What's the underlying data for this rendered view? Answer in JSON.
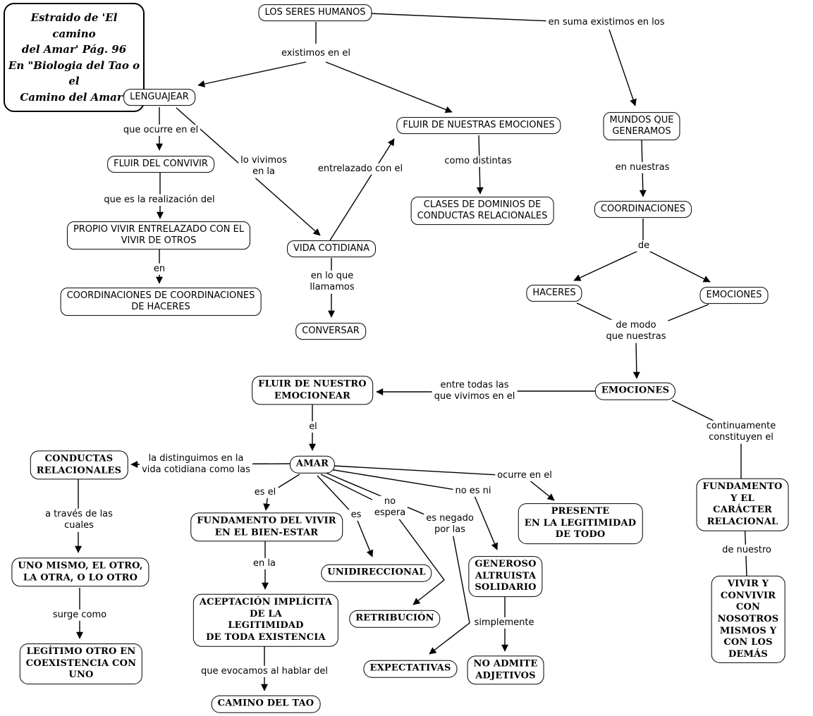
{
  "note": {
    "text": "Estraido de 'El camino\ndel Amar' Pág. 96\nEn \"Biologia del Tao o el\nCamino del Amar\""
  },
  "concepts": {
    "los_seres_humanos": {
      "label": "LOS SERES HUMANOS"
    },
    "lenguajear": {
      "label": "LENGUAJEAR"
    },
    "fluir_del_convivir": {
      "label": "FLUIR DEL CONVIVIR"
    },
    "propio_vivir": {
      "label": "PROPIO VIVIR ENTRELAZADO CON EL\nVIVIR DE OTROS"
    },
    "coordinaciones_de_coordinaciones": {
      "label": "COORDINACIONES DE COORDINACIONES\nDE HACERES"
    },
    "vida_cotidiana": {
      "label": "VIDA COTIDIANA"
    },
    "conversar": {
      "label": "CONVERSAR"
    },
    "fluir_de_nuestras_emociones": {
      "label": "FLUIR DE NUESTRAS EMOCIONES"
    },
    "clases_de_dominios": {
      "label": "CLASES DE DOMINIOS DE\nCONDUCTAS RELACIONALES"
    },
    "mundos_que_generamos": {
      "label": "MUNDOS  QUE\nGENERAMOS"
    },
    "coordinaciones": {
      "label": "COORDINACIONES"
    },
    "haceres": {
      "label": "HACERES"
    },
    "emociones": {
      "label": "EMOCIONES"
    },
    "emociones_2": {
      "label": "EMOCIONES"
    },
    "fluir_de_nuestro_emocionear": {
      "label": "FLUIR DE NUESTRO\nEMOCIONEAR"
    },
    "amar": {
      "label": "AMAR"
    },
    "conductas_relacionales": {
      "label": "CONDUCTAS\nRELACIONALES"
    },
    "uno_mismo": {
      "label": "UNO MISMO, EL OTRO,\nLA OTRA, O LO OTRO"
    },
    "legitimo_otro": {
      "label": "LEGÍTIMO OTRO EN\nCOEXISTENCIA CON\nUNO"
    },
    "fundamento_del_vivir": {
      "label": "FUNDAMENTO DEL VIVIR\nEN EL BIEN-ESTAR"
    },
    "aceptacion_implicita": {
      "label": "ACEPTACIÓN IMPLÍCITA\nDE LA\nLEGITIMIDAD\nDE TODA EXISTENCIA"
    },
    "camino_del_tao": {
      "label": "CAMINO DEL TAO"
    },
    "unidireccional": {
      "label": "UNIDIRECCIONAL"
    },
    "retribucion": {
      "label": "RETRIBUCIÓN"
    },
    "expectativas": {
      "label": "EXPECTATIVAS"
    },
    "generoso": {
      "label": "GENEROSO\nALTRUISTA\nSOLIDARIO"
    },
    "no_admite_adjetivos": {
      "label": "NO ADMITE\nADJETIVOS"
    },
    "presente": {
      "label": "PRESENTE\nEN LA LEGITIMIDAD\nDE TODO"
    },
    "fundamento_y_caracter": {
      "label": "FUNDAMENTO Y EL\nCARÁCTER RELACIONAL"
    },
    "vivir_y_convivir": {
      "label": "VIVIR Y CONVIVIR CON\nNOSOTROS MISMOS Y\nCON LOS DEMÁS"
    }
  },
  "link_labels": {
    "existimos": {
      "text": "existimos en  el"
    },
    "en_suma": {
      "text": "en suma existimos en los"
    },
    "que_ocurre": {
      "text": "que ocurre en el"
    },
    "que_es_la_realizacion": {
      "text": "que es la realización del"
    },
    "en_1": {
      "text": "en"
    },
    "lo_vivimos": {
      "text": "lo vivimos\nen la"
    },
    "entrelazado": {
      "text": "entrelazado con el"
    },
    "como_distintas": {
      "text": "como distintas"
    },
    "en_lo_que": {
      "text": "en lo que\nllamamos"
    },
    "en_nuestras": {
      "text": "en nuestras"
    },
    "de_1": {
      "text": "de"
    },
    "de_modo": {
      "text": "de modo\nque nuestras"
    },
    "entre_todas": {
      "text": "entre todas las\nque vivimos en el"
    },
    "el_1": {
      "text": "el"
    },
    "continuamente": {
      "text": "continuamente constituyen el"
    },
    "de_nuestro": {
      "text": "de nuestro"
    },
    "la_distinguimos": {
      "text": "la distinguimos en la\nvida cotidiana como las"
    },
    "a_traves": {
      "text": "a través de las\ncuales"
    },
    "surge_como": {
      "text": "surge como"
    },
    "es_el": {
      "text": "es el"
    },
    "en_la": {
      "text": "en la"
    },
    "que_evocamos": {
      "text": "que evocamos al hablar del"
    },
    "es_1": {
      "text": "es"
    },
    "no_espera": {
      "text": "no\nespera"
    },
    "es_negado": {
      "text": "es negado\npor las"
    },
    "no_es_ni": {
      "text": "no es ni"
    },
    "ocurre_en_el": {
      "text": "ocurre en el"
    },
    "simplemente": {
      "text": "simplemente"
    }
  },
  "colors": {
    "ink": "#000000",
    "background": "#ffffff"
  }
}
